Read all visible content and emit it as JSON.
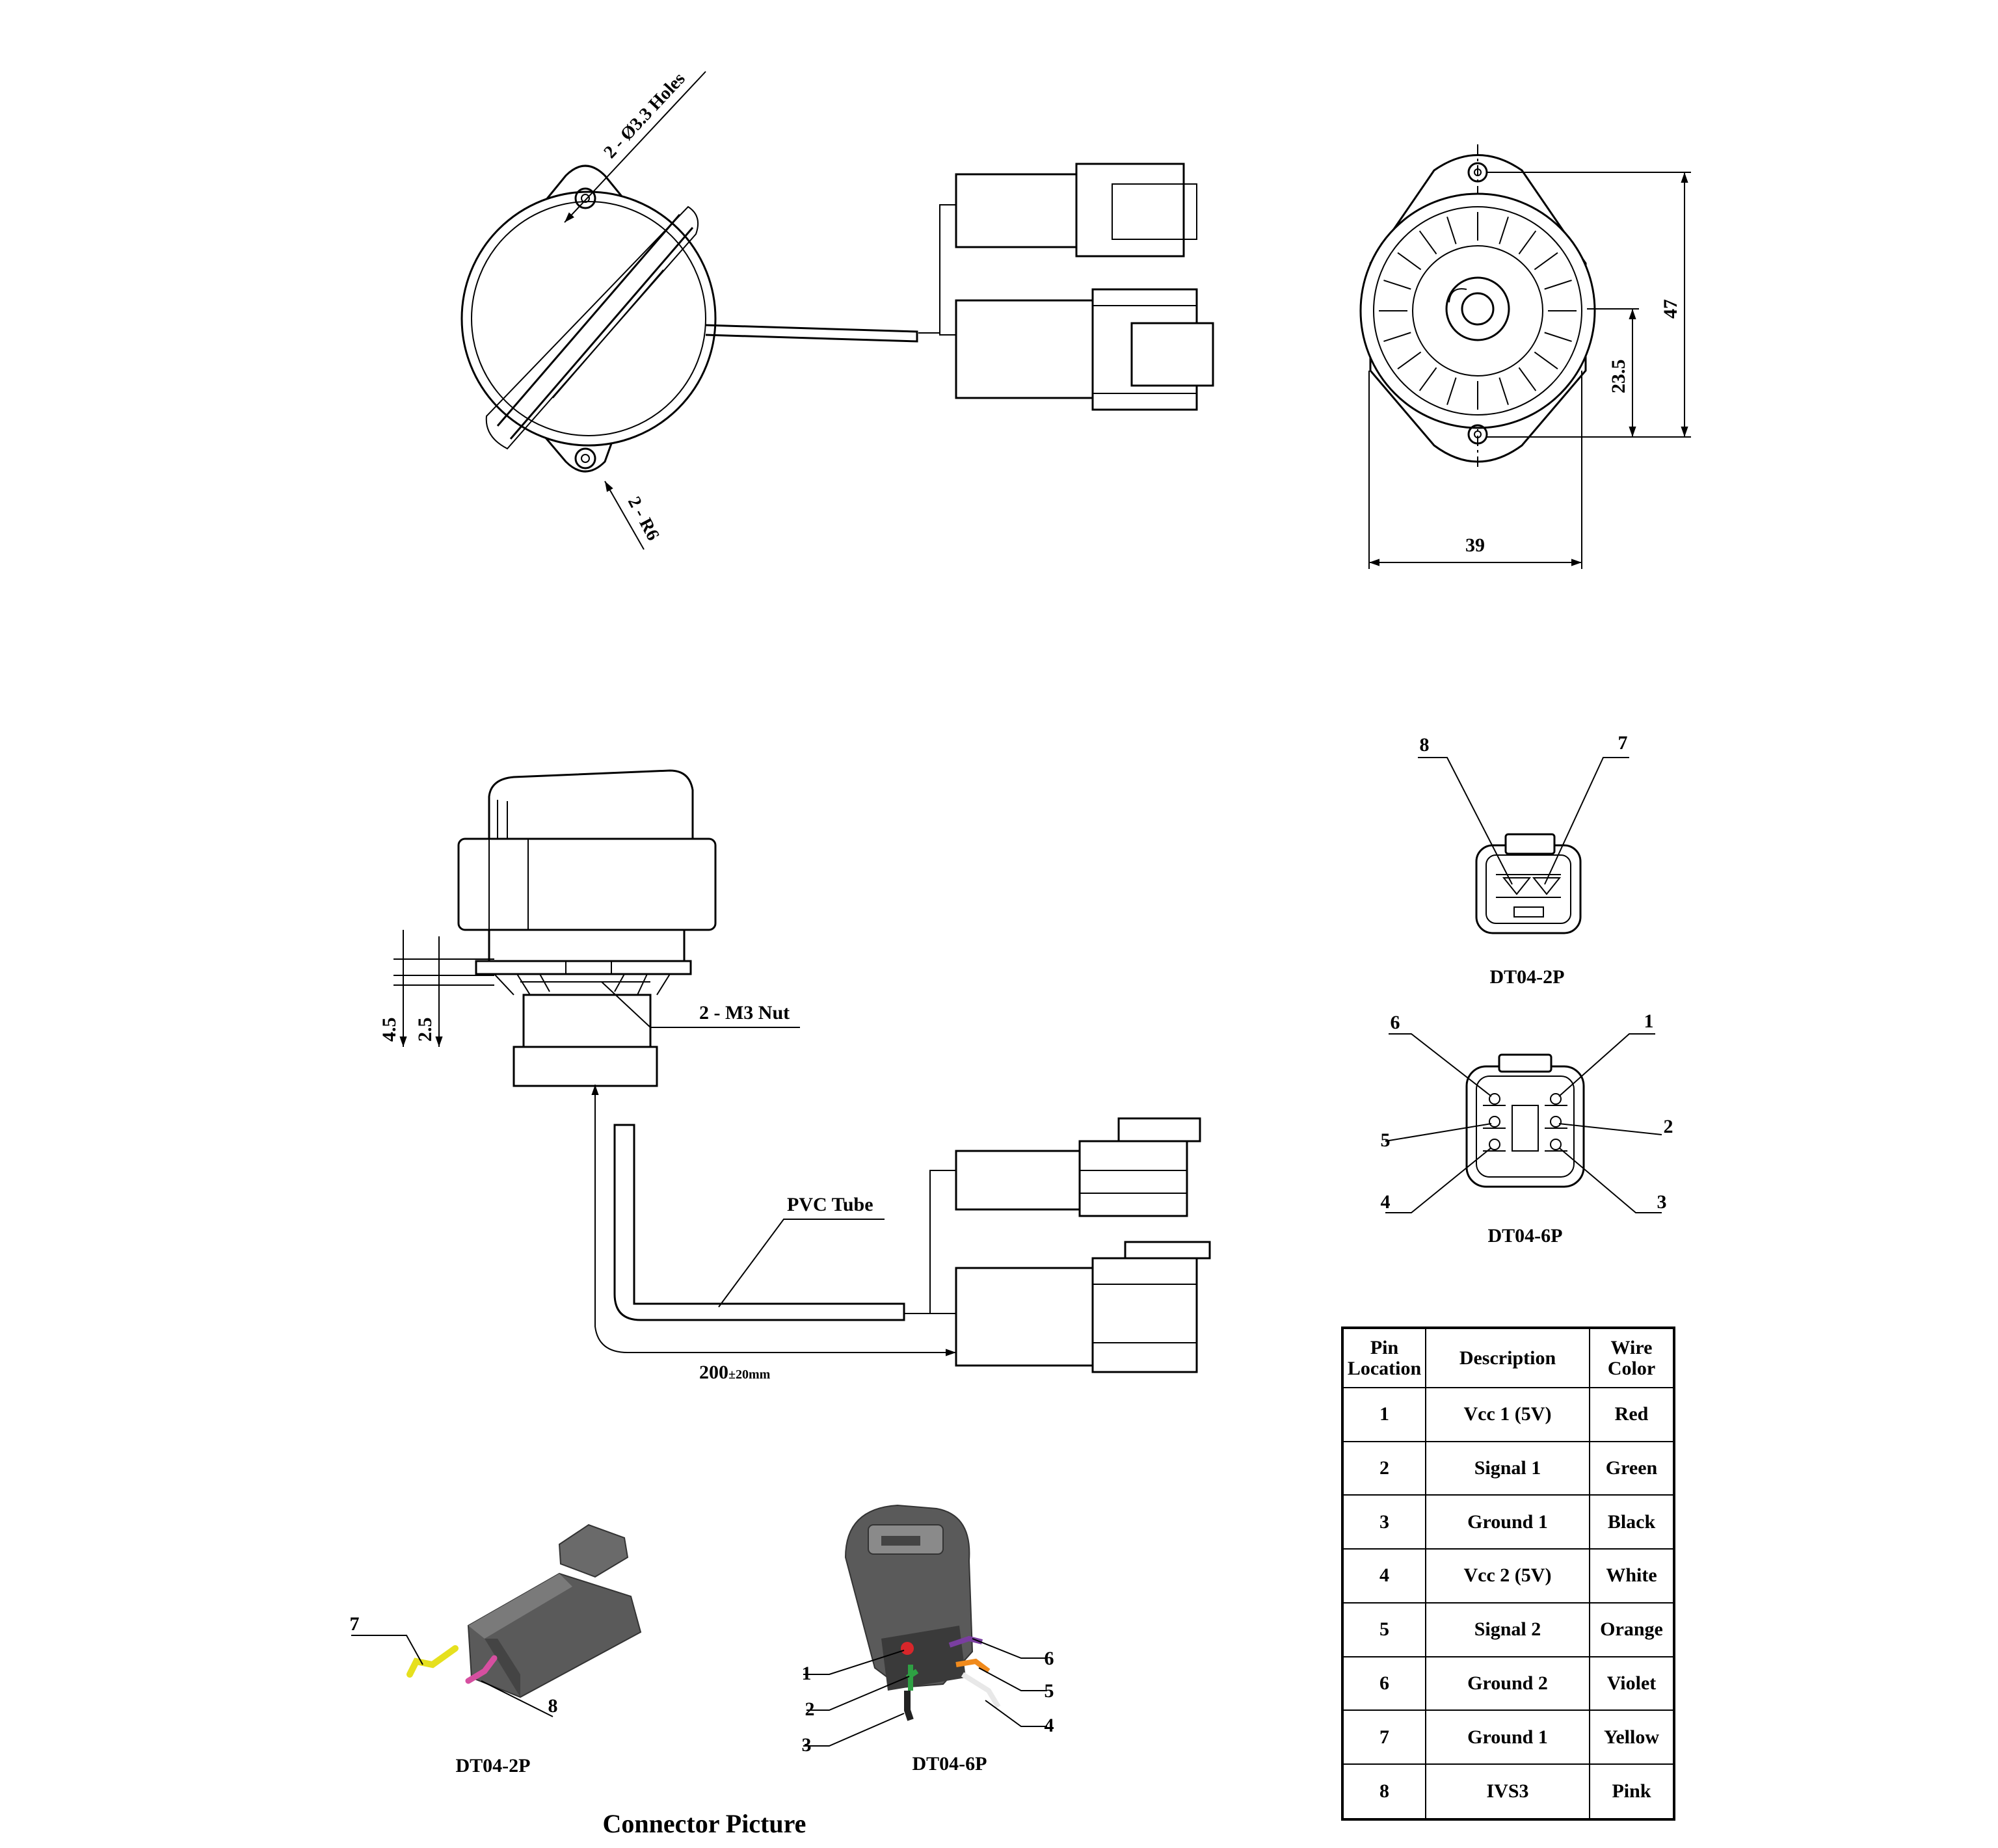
{
  "top_view": {
    "holes_label": "2 - Ø3.3 Holes",
    "radius_label": "2 - R6"
  },
  "front_view": {
    "dim_height": "47",
    "dim_center": "23.5",
    "dim_width": "39"
  },
  "side_view": {
    "dim_a": "4.5",
    "dim_b": "2.5",
    "nut_label": "2 - M3 Nut",
    "tube_label": "PVC Tube",
    "length_value": "200",
    "length_tol": "±20mm"
  },
  "dt04_2p_face": {
    "title": "DT04-2P",
    "pins": [
      "8",
      "7"
    ]
  },
  "dt04_6p_face": {
    "title": "DT04-6P",
    "pins": [
      "6",
      "1",
      "5",
      "2",
      "4",
      "3"
    ]
  },
  "connector_picture": {
    "caption": "Connector Picture",
    "dt04_2p": {
      "title": "DT04-2P",
      "pins": [
        "7",
        "8"
      ],
      "wire_colors": [
        "#e6e01e",
        "#d64fa0"
      ]
    },
    "dt04_6p": {
      "title": "DT04-6P",
      "pins": [
        "1",
        "2",
        "3",
        "6",
        "5",
        "4"
      ],
      "wire_colors": [
        "#d8262a",
        "#2ea043",
        "#222222",
        "#7a3ea0",
        "#f08a1c",
        "#e8e8e8"
      ]
    }
  },
  "pin_table": {
    "headers": [
      "Pin Location",
      "Description",
      "Wire Color"
    ],
    "header_lines": [
      [
        "Pin",
        "Location"
      ],
      [
        "Description"
      ],
      [
        "Wire",
        "Color"
      ]
    ],
    "rows": [
      {
        "pin": "1",
        "description": "Vcc 1 (5V)",
        "color": "Red"
      },
      {
        "pin": "2",
        "description": "Signal 1",
        "color": "Green"
      },
      {
        "pin": "3",
        "description": "Ground 1",
        "color": "Black"
      },
      {
        "pin": "4",
        "description": "Vcc 2 (5V)",
        "color": "White"
      },
      {
        "pin": "5",
        "description": "Signal 2",
        "color": "Orange"
      },
      {
        "pin": "6",
        "description": "Ground 2",
        "color": "Violet"
      },
      {
        "pin": "7",
        "description": "Ground 1",
        "color": "Yellow"
      },
      {
        "pin": "8",
        "description": "IVS3",
        "color": "Pink"
      }
    ]
  }
}
